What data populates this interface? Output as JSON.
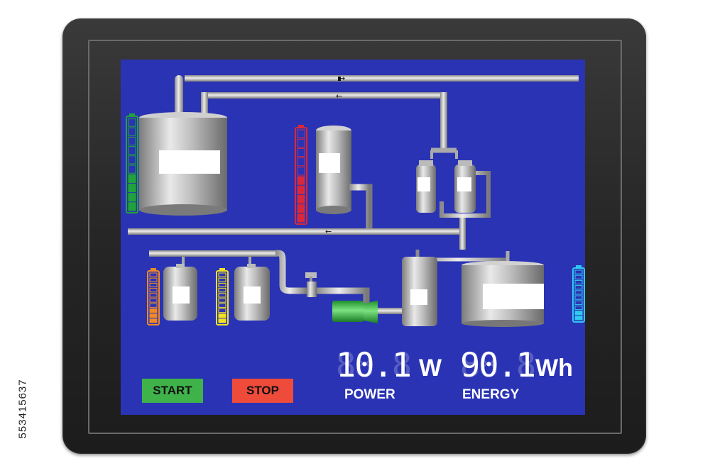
{
  "controls": {
    "start_label": "START",
    "stop_label": "STOP"
  },
  "power": {
    "value": "10.1",
    "unit": "W",
    "label": "POWER"
  },
  "energy": {
    "value": "90.1",
    "unit": "Wh",
    "label": "ENERGY"
  },
  "side_id": "553415637",
  "colors": {
    "screen_bg": "#2a33b4",
    "start_button": "#3fb34a",
    "stop_button": "#ee4b3a",
    "pump": "#3cc24a",
    "level_green": "#22a33a",
    "level_red": "#d8283a",
    "level_orange": "#f08a26",
    "level_yellow": "#f2e227",
    "level_cyan": "#2ec8f0"
  },
  "level_indicators": [
    {
      "name": "tank-1-level",
      "color": "level_green",
      "fill_segments": 4,
      "total_segments": 10
    },
    {
      "name": "tank-2-level",
      "color": "level_red",
      "fill_segments": 5,
      "total_segments": 10
    },
    {
      "name": "tank-3-level",
      "color": "level_orange",
      "fill_segments": 3,
      "total_segments": 10
    },
    {
      "name": "tank-4-level",
      "color": "level_yellow",
      "fill_segments": 2,
      "total_segments": 10
    },
    {
      "name": "tank-5-level",
      "color": "level_cyan",
      "fill_segments": 2,
      "total_segments": 10
    }
  ]
}
